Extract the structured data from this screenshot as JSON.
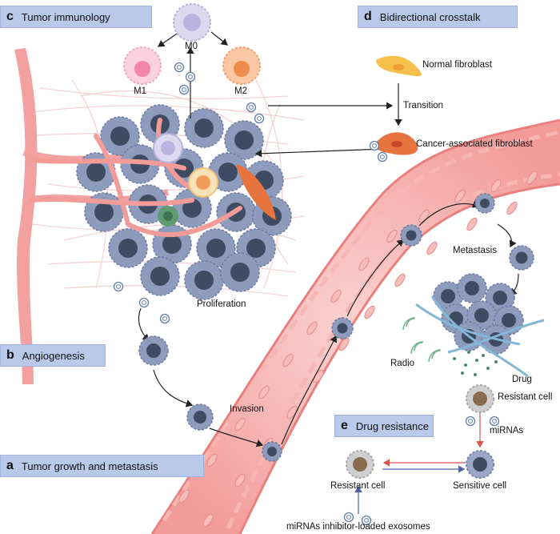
{
  "panels": {
    "a": {
      "letter": "a",
      "title": "Tumor growth and metastasis"
    },
    "b": {
      "letter": "b",
      "title": "Angiogenesis"
    },
    "c": {
      "letter": "c",
      "title": "Tumor immunology"
    },
    "d": {
      "letter": "d",
      "title": "Bidirectional crosstalk"
    },
    "e": {
      "letter": "e",
      "title": "Drug resistance"
    }
  },
  "labels": {
    "m0": "M0",
    "m1": "M1",
    "m2": "M2",
    "normal_fibroblast": "Normal fibroblast",
    "transition": "Transition",
    "caf": "Cancer-associated fibroblast",
    "proliferation": "Proliferation",
    "invasion": "Invasion",
    "metastasis": "Metastasis",
    "radio": "Radio",
    "drug": "Drug",
    "resistant_cell_top": "Resistant cell",
    "mirnas": "miRNAs",
    "resistant_cell_bottom": "Resistant cell",
    "sensitive_cell": "Sensitive cell",
    "inhibitor_exosomes": "miRNAs inhibitor-loaded exosomes"
  },
  "colors": {
    "panel_label_bg": "#b9c9ea",
    "tumor_cell": "#8d9cbd",
    "tumor_nucleus": "#3f4a63",
    "vessel": "#f2a3a1",
    "vessel_wall": "#e9807e",
    "m1": "#f6a7bf",
    "m2": "#f4a46e",
    "m0": "#c9c7e8",
    "fibroblast": "#f6c04c",
    "caf": "#e7743e"
  }
}
